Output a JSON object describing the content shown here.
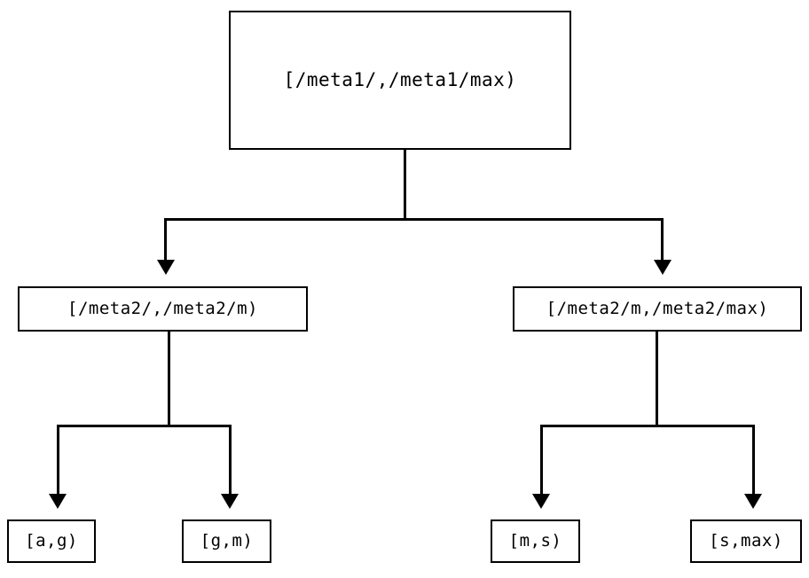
{
  "diagram": {
    "type": "tree",
    "orientation": "top-down",
    "background_color": "#ffffff",
    "line_color": "#000000",
    "text_color": "#000000",
    "edge_style": "orthogonal-with-arrowheads",
    "arrowhead_shape": "solid-triangle-down",
    "levels": 3,
    "nodes": {
      "root": {
        "label": "[/meta1/,/meta1/max)",
        "level": 0
      },
      "level2": [
        {
          "label": "[/meta2/,/meta2/m)",
          "level": 1
        },
        {
          "label": "[/meta2/m,/meta2/max)",
          "level": 1
        }
      ],
      "leaves": [
        {
          "label": "[a,g)",
          "level": 2
        },
        {
          "label": "[g,m)",
          "level": 2
        },
        {
          "label": "[m,s)",
          "level": 2
        },
        {
          "label": "[s,max)",
          "level": 2
        }
      ]
    }
  }
}
